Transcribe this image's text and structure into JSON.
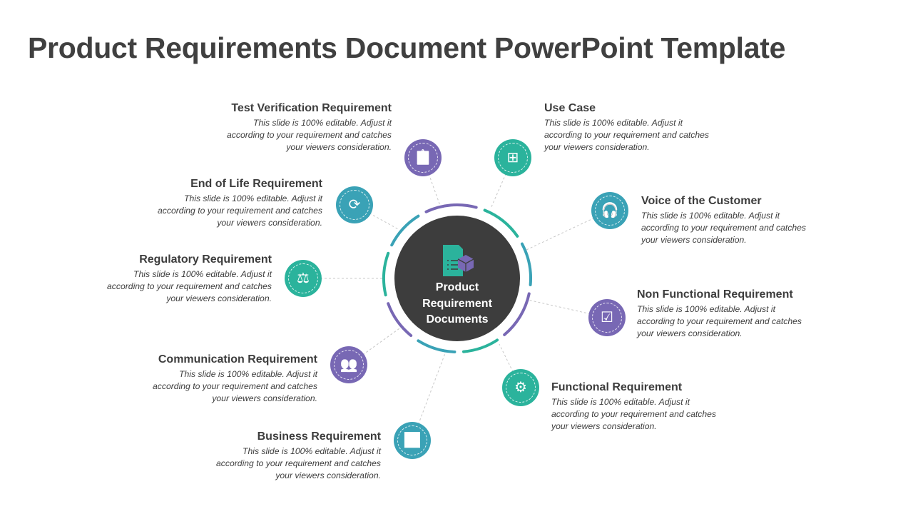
{
  "title": "Product Requirements Document PowerPoint Template",
  "center": {
    "line1": "Product",
    "line2": "Requirement",
    "line3": "Documents",
    "icon": "document-cube-icon"
  },
  "colors": {
    "purple": "#7868b4",
    "teal": "#2bb39c",
    "blue": "#3aa2b6",
    "dark": "#3d3d3d"
  },
  "items": [
    {
      "title": "Test Verification Requirement",
      "desc": "This slide is 100% editable. Adjust it according to your requirement and catches your viewers consideration.",
      "icon": "clipboard-icon"
    },
    {
      "title": "Use Case",
      "desc": "This slide is 100% editable. Adjust it according to your requirement and catches your viewers consideration.",
      "icon": "hierarchy-icon"
    },
    {
      "title": "End of Life Requirement",
      "desc": "This slide is 100% editable. Adjust it according to your requirement and catches your viewers consideration.",
      "icon": "box-cycle-icon"
    },
    {
      "title": "Voice of the Customer",
      "desc": "This slide is 100% editable. Adjust it according to your requirement and catches your viewers consideration.",
      "icon": "headset-icon"
    },
    {
      "title": "Regulatory Requirement",
      "desc": "This slide is 100% editable. Adjust it according to your requirement and catches your viewers consideration.",
      "icon": "document-gavel-icon"
    },
    {
      "title": "Non Functional Requirement",
      "desc": "This slide is 100% editable. Adjust it according to your requirement and catches your viewers consideration.",
      "icon": "checklist-pen-icon"
    },
    {
      "title": "Communication Requirement",
      "desc": "This slide is 100% editable. Adjust it according to your requirement and catches your viewers consideration.",
      "icon": "people-network-icon"
    },
    {
      "title": "Functional Requirement",
      "desc": "This slide is 100% editable. Adjust it according to your requirement and catches your viewers consideration.",
      "icon": "checklist-gear-icon"
    },
    {
      "title": "Business Requirement",
      "desc": "This slide is 100% editable. Adjust it according to your requirement and catches your viewers consideration.",
      "icon": "clipboard-chart-icon"
    }
  ]
}
